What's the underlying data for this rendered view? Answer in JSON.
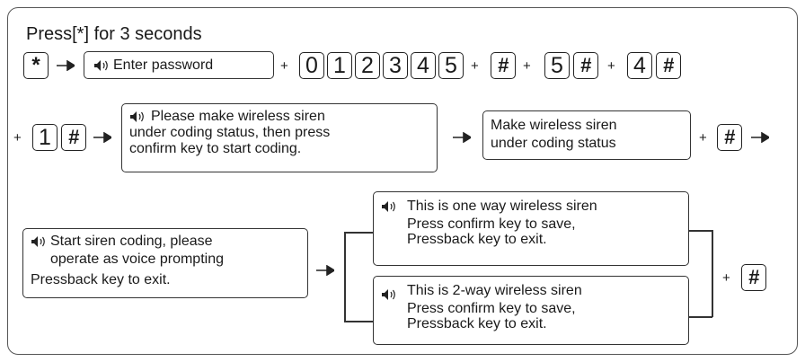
{
  "title": "Press[*] for 3 seconds",
  "row1": {
    "star_key": "*",
    "enter_password": "Enter password",
    "digits": [
      "0",
      "1",
      "2",
      "3",
      "4",
      "5"
    ],
    "plus": "+",
    "hash": "#",
    "five": "5",
    "four": "4"
  },
  "row2": {
    "one": "1",
    "prompt_lines": [
      "Please make wireless siren",
      "under coding status, then press",
      "confirm key to start coding."
    ],
    "action_lines": [
      "Make wireless siren",
      "under coding status"
    ]
  },
  "row3": {
    "start_lines": [
      "Start  siren coding, please",
      "operate as voice prompting",
      "Pressback key to exit."
    ],
    "oneway_lines": [
      "This is one way wireless siren",
      "Press confirm key to save,",
      "Pressback key to exit."
    ],
    "twoway_lines": [
      "This is 2-way wireless siren",
      "Press confirm key to save,",
      "Pressback key to exit."
    ]
  },
  "icons": {
    "arrow": "right-arrow-icon",
    "speaker": "speaker-icon"
  }
}
